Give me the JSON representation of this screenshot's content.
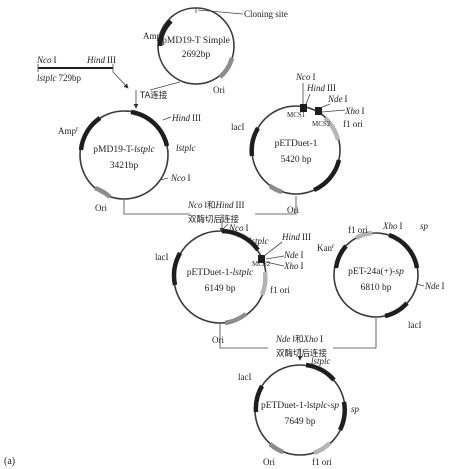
{
  "panel_label": "(a)",
  "colors": {
    "ring": "#3a3a3a",
    "marker_dark": "#1e1e1e",
    "marker_gray": "#8c8c8c",
    "marker_light": "#b5b5b5"
  },
  "top_vector": {
    "name": "pMD19-T Simple",
    "size": "2692bp",
    "cloning_site": "Cloning site",
    "amp": "Amp",
    "amp_sup": "r",
    "ori": "Ori"
  },
  "fragment": {
    "nco": "Nco",
    "nco_num": "I",
    "hind": "Hind",
    "hind_num": "III",
    "gene": "lstplc",
    "size": "729bp"
  },
  "step1": "TA连接",
  "plasmid1": {
    "name": "pMD19-T-",
    "gene": "lstplc",
    "size": "3421bp",
    "hind": "Hind",
    "hind_num": "III",
    "gene_label": "lstplc",
    "nco": "Nco",
    "nco_num": "I",
    "amp": "Amp",
    "amp_sup": "r",
    "ori": "Ori"
  },
  "petduet": {
    "name": "pETDuet-1",
    "size": "5420 bp",
    "nco": "Nco",
    "nco_num": "I",
    "hind": "Hind",
    "hind_num": "III",
    "nde": "Nde",
    "nde_num": "I",
    "xho": "Xho",
    "xho_num": "I",
    "mcs1": "MCS1",
    "mcs2": "MCS2",
    "f1ori": "f1 ori",
    "laci": "lacI",
    "ori": "Ori"
  },
  "step2": {
    "line1_a": "Nco",
    "line1_b": "I和",
    "line1_c": "Hind",
    "line1_d": "III",
    "line2": "双酶切后连接"
  },
  "plasmid3": {
    "name": "pETDuet-1-",
    "gene": "lstplc",
    "size": "6149 bp",
    "nco": "Nco",
    "nco_num": "I",
    "gene_label": "lstplc",
    "hind": "Hind",
    "hind_num": "III",
    "mcs2": "MCS2",
    "nde": "Nde",
    "nde_num": "I",
    "xho": "Xho",
    "xho_num": "I",
    "f1ori": "f1 ori",
    "laci": "lacI",
    "ori": "Ori"
  },
  "pet24": {
    "name": "pET-24a(+)-",
    "gene": "sp",
    "size": "6810 bp",
    "f1ori": "f1 ori",
    "xho": "Xho",
    "xho_num": "I",
    "sp": "sp",
    "kan": "Kan",
    "kan_sup": "r",
    "nde": "Nde",
    "nde_num": "I",
    "laci": "lacI"
  },
  "step3": {
    "line1_a": "Nde",
    "line1_b": "I和",
    "line1_c": "Xho",
    "line1_d": "I",
    "line2": "双酶切后连接"
  },
  "final": {
    "name": "pETDuet-1-lst",
    "gene": "plc-sp",
    "size": "7649 bp",
    "gene_label": "lstplc",
    "sp": "sp",
    "laci": "lacI",
    "ori": "Ori",
    "f1ori": "f1 ori"
  }
}
